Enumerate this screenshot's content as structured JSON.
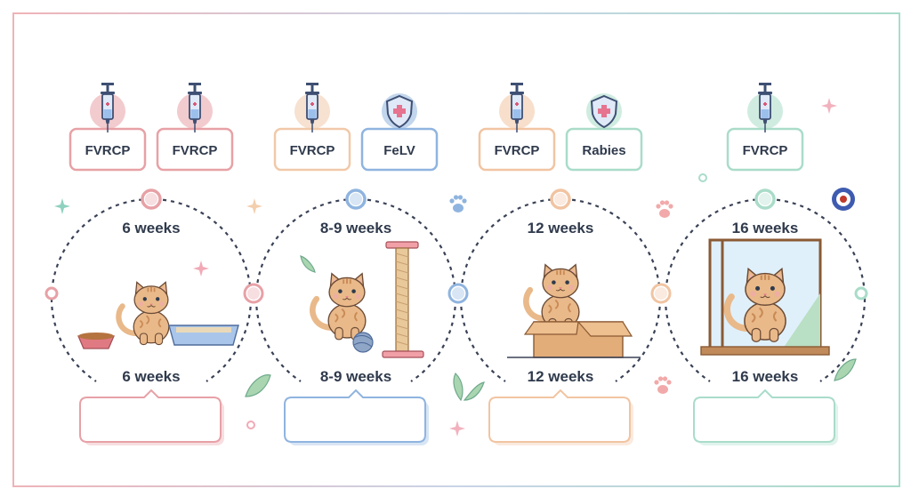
{
  "stages": [
    {
      "top_label": "6 weeks",
      "bottom_label": "6 weeks",
      "color": "#e7a1a6",
      "vaccines": [
        {
          "name": "FVRCP",
          "icon": "syringe-icon",
          "color": "#e7a1a6"
        },
        {
          "name": "FVRCP",
          "icon": "syringe-icon",
          "color": "#e7a1a6"
        }
      ],
      "illustration": "kitten-with-food-bowl-and-litter-box"
    },
    {
      "top_label": "8-9 weeks",
      "bottom_label": "8-9 weeks",
      "color": "#8fb4df",
      "vaccines": [
        {
          "name": "FVRCP",
          "icon": "syringe-icon",
          "color": "#f1c9a9"
        },
        {
          "name": "FeLV",
          "icon": "shield-icon",
          "color": "#8fb4df"
        }
      ],
      "illustration": "kitten-with-scratching-post-and-yarn"
    },
    {
      "top_label": "12 weeks",
      "bottom_label": "12 weeks",
      "color": "#f1c4a2",
      "vaccines": [
        {
          "name": "FVRCP",
          "icon": "syringe-icon",
          "color": "#f1c4a2"
        },
        {
          "name": "Rabies",
          "icon": "shield-icon",
          "color": "#a9dcc9"
        }
      ],
      "illustration": "cat-in-cardboard-box"
    },
    {
      "top_label": "16 weeks",
      "bottom_label": "16 weeks",
      "color": "#a9dcc9",
      "vaccines": [
        {
          "name": "FVRCP",
          "icon": "syringe-icon",
          "color": "#a9dcc9"
        }
      ],
      "illustration": "cat-sitting-in-window"
    }
  ],
  "colors": {
    "text": "#2f3a4c",
    "line": "#3a4256",
    "cat_fur": "#e9b98a",
    "cat_stripes": "#c98a55"
  }
}
